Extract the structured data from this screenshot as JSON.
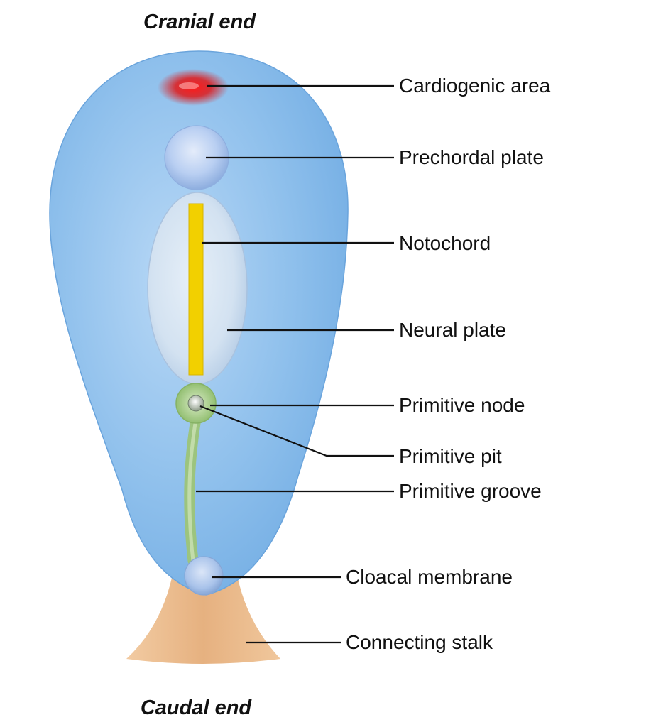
{
  "diagram": {
    "cranial_label": "Cranial end",
    "caudal_label": "Caudal end",
    "labels": {
      "cardiogenic_area": "Cardiogenic area",
      "prechordal_plate": "Prechordal plate",
      "notochord": "Notochord",
      "neural_plate": "Neural plate",
      "primitive_node": "Primitive node",
      "primitive_pit": "Primitive pit",
      "primitive_groove": "Primitive groove",
      "cloacal_membrane": "Cloacal membrane",
      "connecting_stalk": "Connecting stalk"
    },
    "colors": {
      "embryonic_disc": "#8fc0ec",
      "cardiogenic_area": "#e01818",
      "prechordal_plate": "#b9cff2",
      "neural_plate": "#d4e3f2",
      "notochord": "#f2d000",
      "primitive_streak": "#a8cc8a",
      "connecting_stalk": "#e8b88a"
    }
  }
}
